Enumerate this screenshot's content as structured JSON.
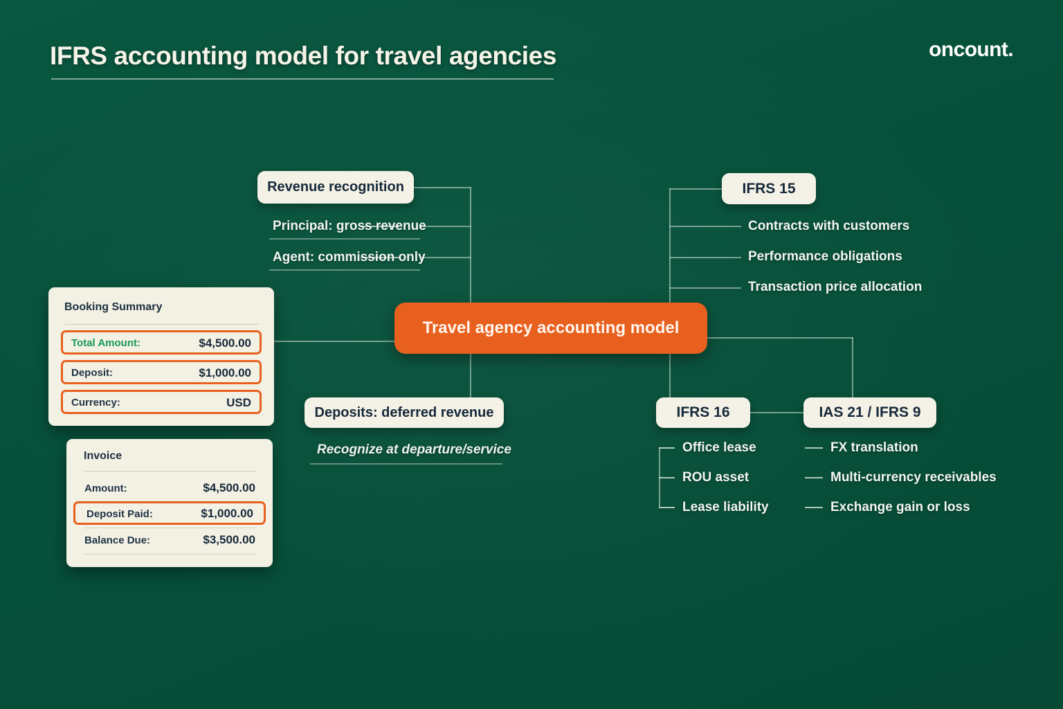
{
  "header": {
    "title": "IFRS accounting model for travel agencies",
    "brand": "oncount."
  },
  "colors": {
    "background_green": "#06503A",
    "accent_orange": "#E8601E",
    "card_cream": "#F3F0E4",
    "connector": "#BBD3C7",
    "value_green": "#179A55"
  },
  "center_node": {
    "label": "Travel agency accounting model"
  },
  "branches": {
    "revenue_recognition": {
      "chip": "Revenue recognition",
      "items": [
        "Principal: gross revenue",
        "Agent: commission only"
      ]
    },
    "deposits": {
      "chip": "Deposits: deferred revenue",
      "note": "Recognize at departure/service"
    },
    "ifrs15": {
      "chip": "IFRS 15",
      "items": [
        "Contracts with customers",
        "Performance obligations",
        "Transaction price allocation"
      ]
    },
    "ifrs16": {
      "chip": "IFRS 16",
      "items": [
        "Office lease",
        "ROU asset",
        "Lease liability"
      ]
    },
    "ias21_ifrs9": {
      "chip": "IAS 21 / IFRS 9",
      "items": [
        "FX translation",
        "Multi-currency receivables",
        "Exchange gain or loss"
      ]
    }
  },
  "booking_summary_card": {
    "title": "Booking Summary",
    "rows": [
      {
        "label": "Total Amount:",
        "value": "$4,500.00"
      },
      {
        "label": "Deposit:",
        "value": "$1,000.00"
      },
      {
        "label": "Currency:",
        "value": "USD"
      }
    ]
  },
  "invoice_card": {
    "title": "Invoice",
    "rows": [
      {
        "label": "Amount:",
        "value": "$4,500.00"
      },
      {
        "label": "Deposit Paid:",
        "value": "$1,000.00"
      },
      {
        "label": "Balance Due:",
        "value": "$3,500.00"
      }
    ]
  }
}
